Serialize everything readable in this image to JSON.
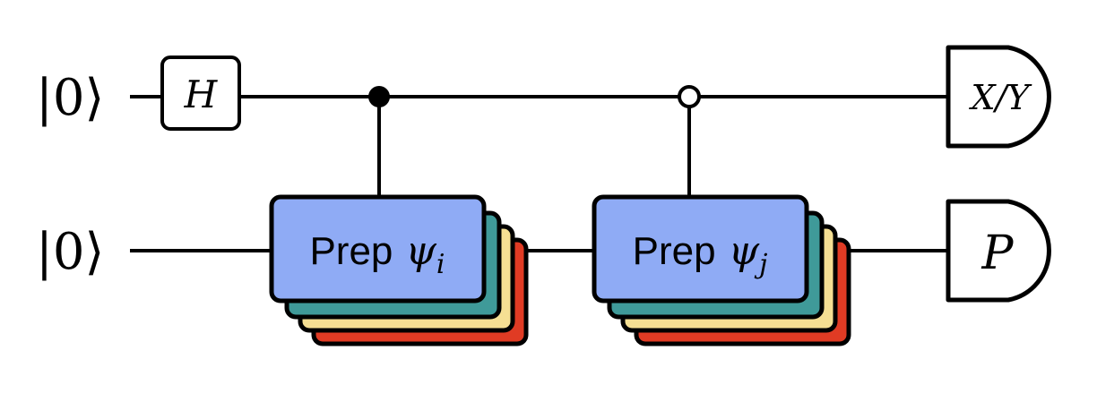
{
  "qubits": [
    {
      "ket_left": "|",
      "ket_value": "0",
      "ket_right": "⟩"
    },
    {
      "ket_left": "|",
      "ket_value": "0",
      "ket_right": "⟩"
    }
  ],
  "gates": {
    "hadamard": {
      "label": "H"
    },
    "prep_i": {
      "word": "Prep",
      "symbol": "ψ",
      "subscript": "i"
    },
    "prep_j": {
      "word": "Prep",
      "symbol": "ψ",
      "subscript": "j"
    }
  },
  "controls": [
    {
      "type": "filled"
    },
    {
      "type": "open"
    }
  ],
  "measurements": [
    {
      "label": "X/Y"
    },
    {
      "label": "P"
    }
  ],
  "colors": {
    "prep_front": "#8fabf5",
    "stack_teal": "#3f9a99",
    "stack_yellow": "#f5df93",
    "stack_red": "#e03b24",
    "stroke": "#000000",
    "background": "#ffffff"
  }
}
